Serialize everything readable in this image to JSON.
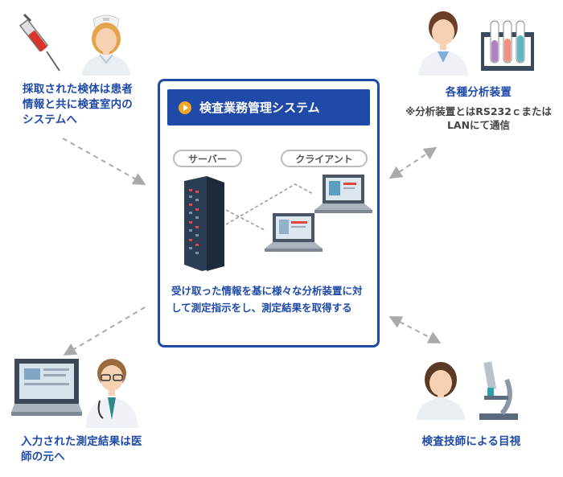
{
  "specimen": {
    "label": "採取された検体は患者情報と共に検査室内のシステムへ"
  },
  "analyzers": {
    "title": "各種分析装置",
    "note": "※分析装置とはRS232ｃまたはLANにて通信"
  },
  "system": {
    "title": "検査業務管理システム",
    "server_label": "サーバー",
    "client_label": "クライアント",
    "description": "受け取った情報を基に様々な分析装置に対して測定指示をし、測定結果を取得する"
  },
  "doctor": {
    "label": "入力された測定結果は医師の元へ"
  },
  "technician": {
    "label": "検査技師による目視"
  },
  "colors": {
    "accent": "#1f4aa8",
    "icon_orange": "#f5a623"
  }
}
